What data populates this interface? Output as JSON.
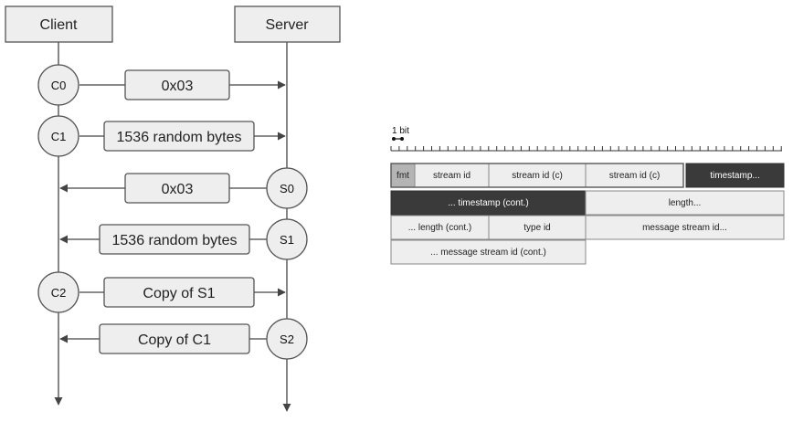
{
  "handshake": {
    "client_label": "Client",
    "server_label": "Server",
    "nodes": {
      "c0": "C0",
      "c1": "C1",
      "c2": "C2",
      "s0": "S0",
      "s1": "S1",
      "s2": "S2"
    },
    "messages": {
      "c0": "0x03",
      "c1": "1536 random bytes",
      "s0": "0x03",
      "s1": "1536 random bytes",
      "c2": "Copy of S1",
      "s2": "Copy of C1"
    }
  },
  "header_format": {
    "scale_label": "1 bit",
    "row1": {
      "fmt": "fmt",
      "stream_id": "stream id",
      "stream_id_c1": "stream id (c)",
      "stream_id_c2": "stream id (c)",
      "timestamp": "timestamp..."
    },
    "row2": {
      "timestamp_cont": "... timestamp (cont.)",
      "length": "length..."
    },
    "row3": {
      "length_cont": "... length (cont.)",
      "type_id": "type id",
      "message_stream_id": "message stream id..."
    },
    "row4": {
      "message_stream_id_cont": "... message stream id (cont.)"
    }
  },
  "colors": {
    "box_fill": "#eeeeee",
    "box_stroke": "#555555",
    "line": "#444444",
    "dark_field": "#3a3a3a",
    "light_field": "#eeeeee",
    "fmt_field": "#b4b4b4"
  }
}
